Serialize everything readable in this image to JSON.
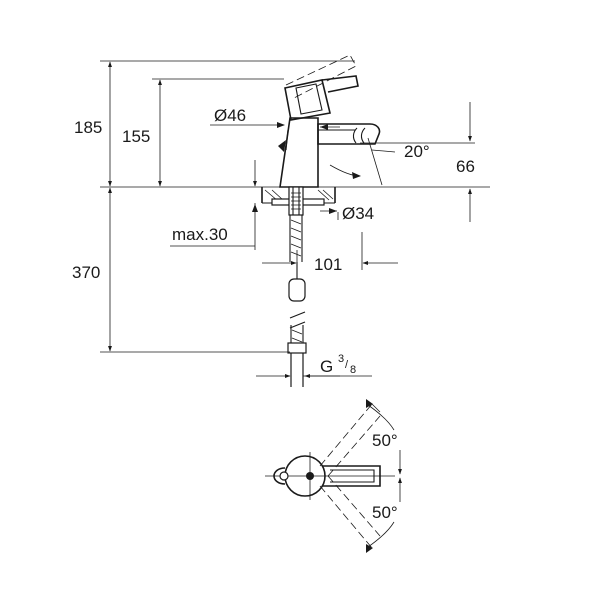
{
  "dimensions": {
    "height_total": "185",
    "height_spout": "155",
    "body_diameter": "Ø46",
    "spout_angle": "20°",
    "spout_height": "66",
    "hole_diameter": "Ø34",
    "deck_thickness": "max.30",
    "projection": "101",
    "hose_length": "370",
    "thread_prefix": "G",
    "thread_num": "3",
    "thread_den": "8",
    "swivel_left": "50°",
    "swivel_right": "50°"
  }
}
